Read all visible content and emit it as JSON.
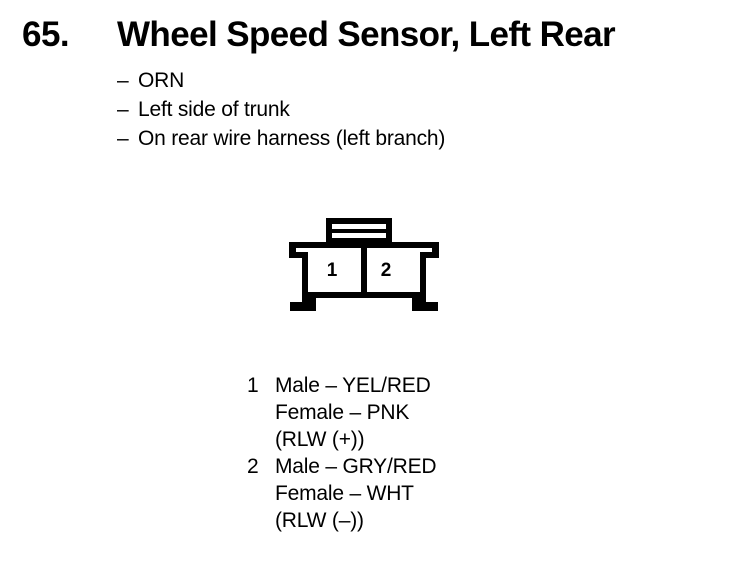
{
  "header": {
    "number": "65.",
    "title": "Wheel Speed Sensor, Left Rear"
  },
  "notes": {
    "dash": "–",
    "items": [
      "ORN",
      "Left side of trunk",
      "On rear wire harness (left branch)"
    ]
  },
  "connector": {
    "name": "2-cavity-connector-face-view",
    "cavities": [
      {
        "label": "1"
      },
      {
        "label": "2"
      }
    ],
    "line_color": "#000000",
    "fill_color": "#ffffff"
  },
  "legend": {
    "entries": [
      {
        "pin": "1",
        "lines": [
          "Male – YEL/RED",
          "Female – PNK",
          "(RLW (+))"
        ]
      },
      {
        "pin": "2",
        "lines": [
          "Male – GRY/RED",
          "Female – WHT",
          "(RLW (–))"
        ]
      }
    ]
  }
}
